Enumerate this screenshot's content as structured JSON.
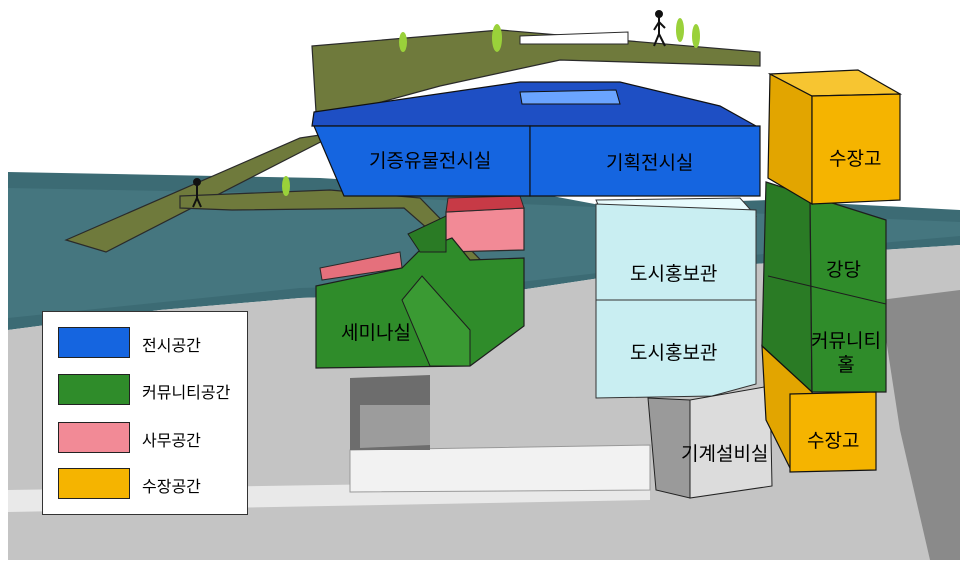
{
  "colors": {
    "exhibition": "#1565e0",
    "community": "#2f8c2a",
    "office": "#f28a96",
    "storage": "#f5b400",
    "bridge": "#6f7a3c",
    "water": "#3c6b74",
    "ground": "#bdbdbd",
    "promo_hall": "#c9eef2",
    "mechanical": "#dcdcdc"
  },
  "rooms": {
    "donated_artifacts": "기증유물전시실",
    "special_exhibition": "기획전시실",
    "city_promo_upper": "도시홍보관",
    "city_promo_lower": "도시홍보관",
    "seminar": "세미나실",
    "mechanical": "기계설비실",
    "storage_top": "수장고",
    "storage_bottom": "수장고",
    "auditorium": "강당",
    "community_hall_line1": "커뮤니티",
    "community_hall_line2": "홀"
  },
  "legend": {
    "items": [
      {
        "label": "전시공간",
        "color": "#1565e0"
      },
      {
        "label": "커뮤니티공간",
        "color": "#2f8c2a"
      },
      {
        "label": "사무공간",
        "color": "#f28a96"
      },
      {
        "label": "수장공간",
        "color": "#f5b400"
      }
    ]
  }
}
